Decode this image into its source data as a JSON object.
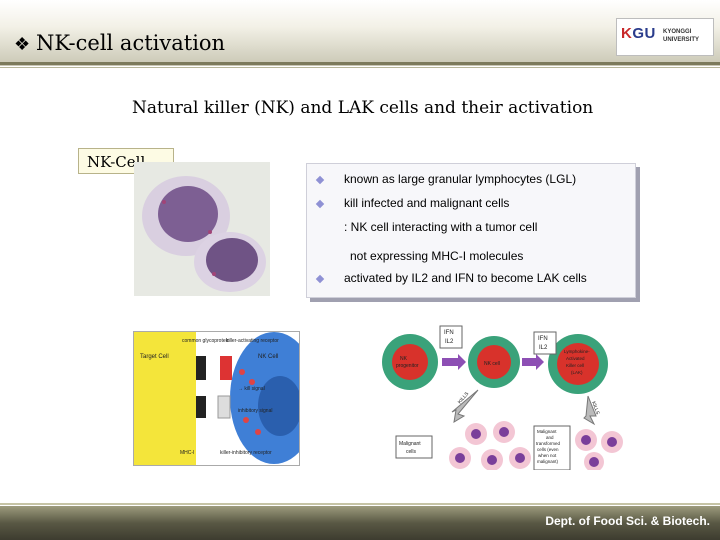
{
  "header": {
    "bullet": "❖",
    "title": "NK-cell activation",
    "logo_mark_k": "K",
    "logo_mark_gu": "GU",
    "logo_line1": "KYONGGI",
    "logo_line2": "UNIVERSITY"
  },
  "subtitle": "Natural killer (NK)  and LAK cells and their activation",
  "nk_label": "NK-Cell",
  "bullets": {
    "item1": "known as large granular lymphocytes (LGL)",
    "item2": "kill  infected and malignant cells",
    "item2_sub1": ": NK cell interacting with a tumor cell",
    "item2_sub2": "not expressing MHC-I molecules",
    "item3": "activated by IL2 and IFN to become LAK cells"
  },
  "diagram_left": {
    "target_cell": "Target Cell",
    "nk_cell": "NK Cell",
    "common_glycoprotein": "common glycoprotein",
    "killer_activating": "killer-activating receptor",
    "kill_signal": "→ kill signal",
    "inhibitory_signal": "inhibitory signal",
    "mhc_i": "MHC-I",
    "killer_inhibitory": "killer-inhibitory receptor"
  },
  "diagram_right": {
    "ifn_il2_a_1": "IFN",
    "ifn_il2_a_2": "IL2",
    "ifn_il2_b_1": "IFN",
    "ifn_il2_b_2": "IL2",
    "nk_progenitor_1": "NK",
    "nk_progenitor_2": "progenitor",
    "nk_cell": "NK cell",
    "lak_1": "Lymphokine-",
    "lak_2": "Activated",
    "lak_3": "Killer cell",
    "lak_4": "(LAK)",
    "kills_a": "KILLS",
    "kills_b": "KILLS",
    "malignant_1": "Malignant",
    "malignant_2": "cells",
    "transformed_1": "Malignant",
    "transformed_2": "and",
    "transformed_3": "transformed",
    "transformed_4": "cells (even",
    "transformed_5": "when not",
    "transformed_6": "malignant)"
  },
  "footer": "Dept. of Food Sci. & Biotech.",
  "colors": {
    "header_rule": "#7c7a5c",
    "footer_dark": "#3d3c2f",
    "bullet_diamond": "#8f91d4",
    "nk_label_bg": "#fdfbe4"
  }
}
